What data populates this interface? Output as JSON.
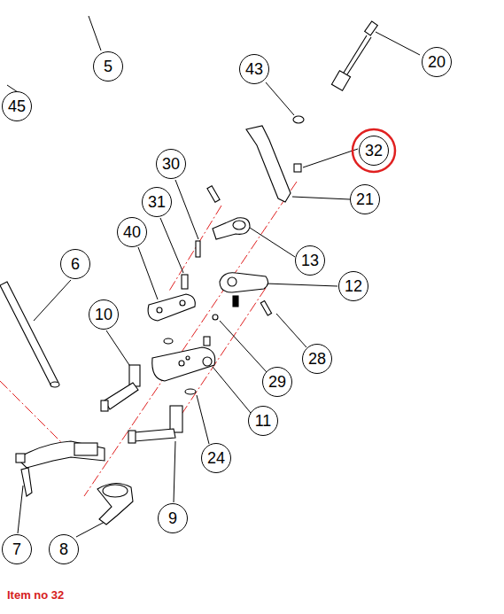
{
  "diagram": {
    "caption": "Item no 32",
    "nodes": [
      {
        "text": [
          "20"
        ]
      },
      {
        "text": [
          "5"
        ]
      },
      {
        "text": [
          "43"
        ]
      },
      {
        "text": [
          "45"
        ]
      },
      {
        "text": [
          "32"
        ]
      },
      {
        "text": [
          "30"
        ]
      },
      {
        "text": [
          "21"
        ]
      },
      {
        "text": [
          "31"
        ]
      },
      {
        "text": [
          "40"
        ]
      },
      {
        "text": [
          "13"
        ]
      },
      {
        "text": [
          "6"
        ]
      },
      {
        "text": [
          "12"
        ]
      },
      {
        "text": [
          "10"
        ]
      },
      {
        "text": [
          "28"
        ]
      },
      {
        "text": [
          "29"
        ]
      },
      {
        "text": [
          "11"
        ]
      },
      {
        "text": [
          "24"
        ]
      },
      {
        "text": [
          "9"
        ]
      },
      {
        "text": [
          "7"
        ]
      },
      {
        "text": [
          "8"
        ]
      }
    ]
  }
}
